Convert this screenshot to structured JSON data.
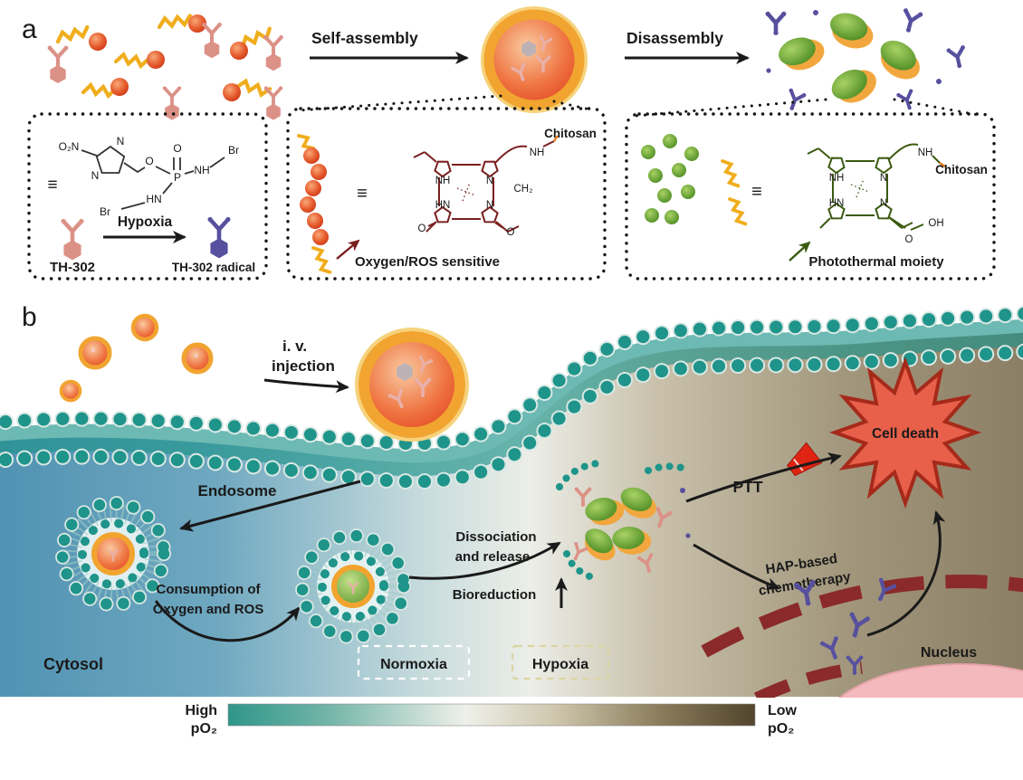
{
  "figure": {
    "panel_a_label": "a",
    "panel_b_label": "b"
  },
  "panel_a": {
    "self_assembly": "Self-assembly",
    "disassembly": "Disassembly",
    "box_th302": {
      "atoms": [
        "O₂N",
        "N",
        "N",
        "O",
        "O",
        "P",
        "NH",
        "Br",
        "HN",
        "Br"
      ],
      "equiv": "≡",
      "hypoxia": "Hypoxia",
      "th302": "TH-302",
      "th302_radical": "TH-302 radical"
    },
    "box_ros": {
      "equiv": "≡",
      "atoms": [
        "NH",
        "N",
        "HN",
        "N",
        "CH₂",
        "O",
        "O",
        "NH"
      ],
      "chitosan": "Chitosan",
      "caption": "Oxygen/ROS sensitive"
    },
    "box_pt": {
      "equiv": "≡",
      "atoms": [
        "NH",
        "N",
        "HN",
        "N",
        "NH",
        "O",
        "OH"
      ],
      "chitosan": "Chitosan",
      "caption": "Photothermal moiety"
    }
  },
  "panel_b": {
    "iv_line1": "i. v.",
    "iv_line2": "injection",
    "endosome": "Endosome",
    "consumption_line1": "Consumption of",
    "consumption_line2": "Oxygen and ROS",
    "dissociation_line1": "Dissociation",
    "dissociation_line2": "and release",
    "bioreduction": "Bioreduction",
    "ptt": "PTT",
    "cell_death": "Cell death",
    "hap_line1": "HAP-based",
    "hap_line2": "chemotherapy",
    "cytosol": "Cytosol",
    "normoxia": "Normoxia",
    "hypoxia": "Hypoxia",
    "nucleus": "Nucleus",
    "scale": {
      "high": "High",
      "low": "Low",
      "po2": "pO₂"
    }
  },
  "colors": {
    "lipid_teal": "#1f948a",
    "shell_orange": "#f1a42f",
    "core_red": "#e13c20",
    "th302_pink": "#dc9187",
    "radical_purple": "#57509e",
    "photothermal_green": "#4e8f26",
    "chem_dark_red": "#7a1f1f",
    "chem_dark_green": "#3c5a10",
    "chitosan_orange": "#e87e1e",
    "cytosol_blue": "#5b9ab8",
    "hypoxic_tan": "#8f8872"
  }
}
